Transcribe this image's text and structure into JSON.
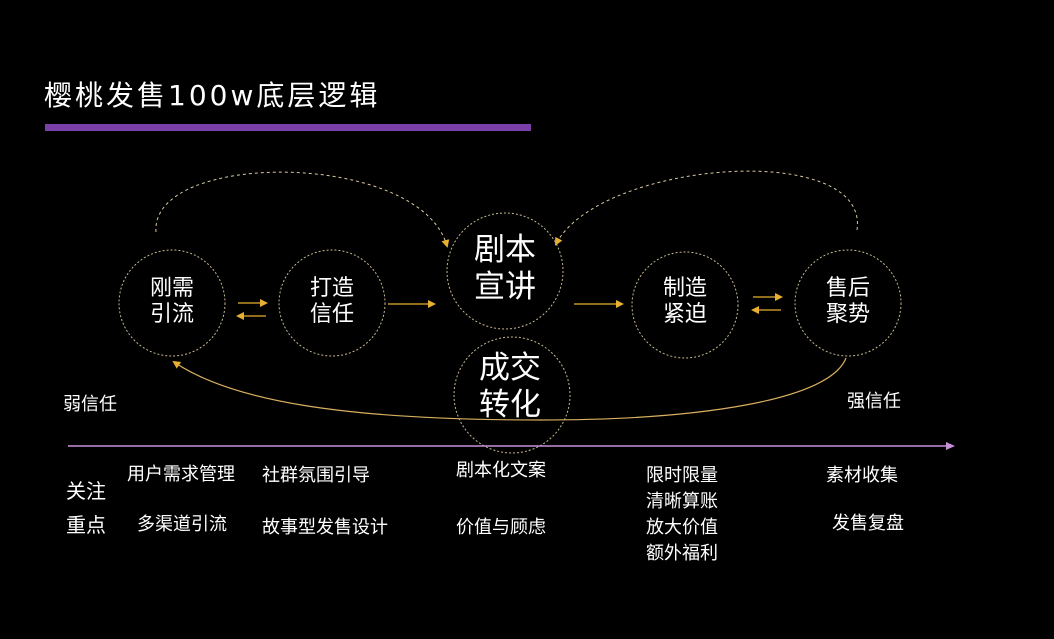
{
  "title": "樱桃发售100w底层逻辑",
  "colors": {
    "accent_bar": "#7b3fa8",
    "arrow": "#e8b030",
    "circle": "#c8b890",
    "axis": "#c890d8"
  },
  "nodes": [
    {
      "line1": "刚需",
      "line2": "引流"
    },
    {
      "line1": "打造",
      "line2": "信任"
    },
    {
      "line1": "剧本",
      "line2": "宣讲"
    },
    {
      "line1": "成交",
      "line2": "转化"
    },
    {
      "line1": "制造",
      "line2": "紧迫"
    },
    {
      "line1": "售后",
      "line2": "聚势"
    }
  ],
  "trust_left": "弱信任",
  "trust_right": "强信任",
  "focus_label": {
    "line1": "关注",
    "line2": "重点"
  },
  "focus_items": [
    {
      "lines": [
        "用户需求管理"
      ]
    },
    {
      "lines": [
        "多渠道引流"
      ]
    },
    {
      "lines": [
        "社群氛围引导"
      ]
    },
    {
      "lines": [
        "故事型发售设计"
      ]
    },
    {
      "lines": [
        "剧本化文案"
      ]
    },
    {
      "lines": [
        "价值与顾虑"
      ]
    },
    {
      "lines": [
        "限时限量",
        "清晰算账",
        "放大价值",
        "额外福利"
      ]
    },
    {
      "lines": [
        "素材收集"
      ]
    },
    {
      "lines": [
        "发售复盘"
      ]
    }
  ]
}
